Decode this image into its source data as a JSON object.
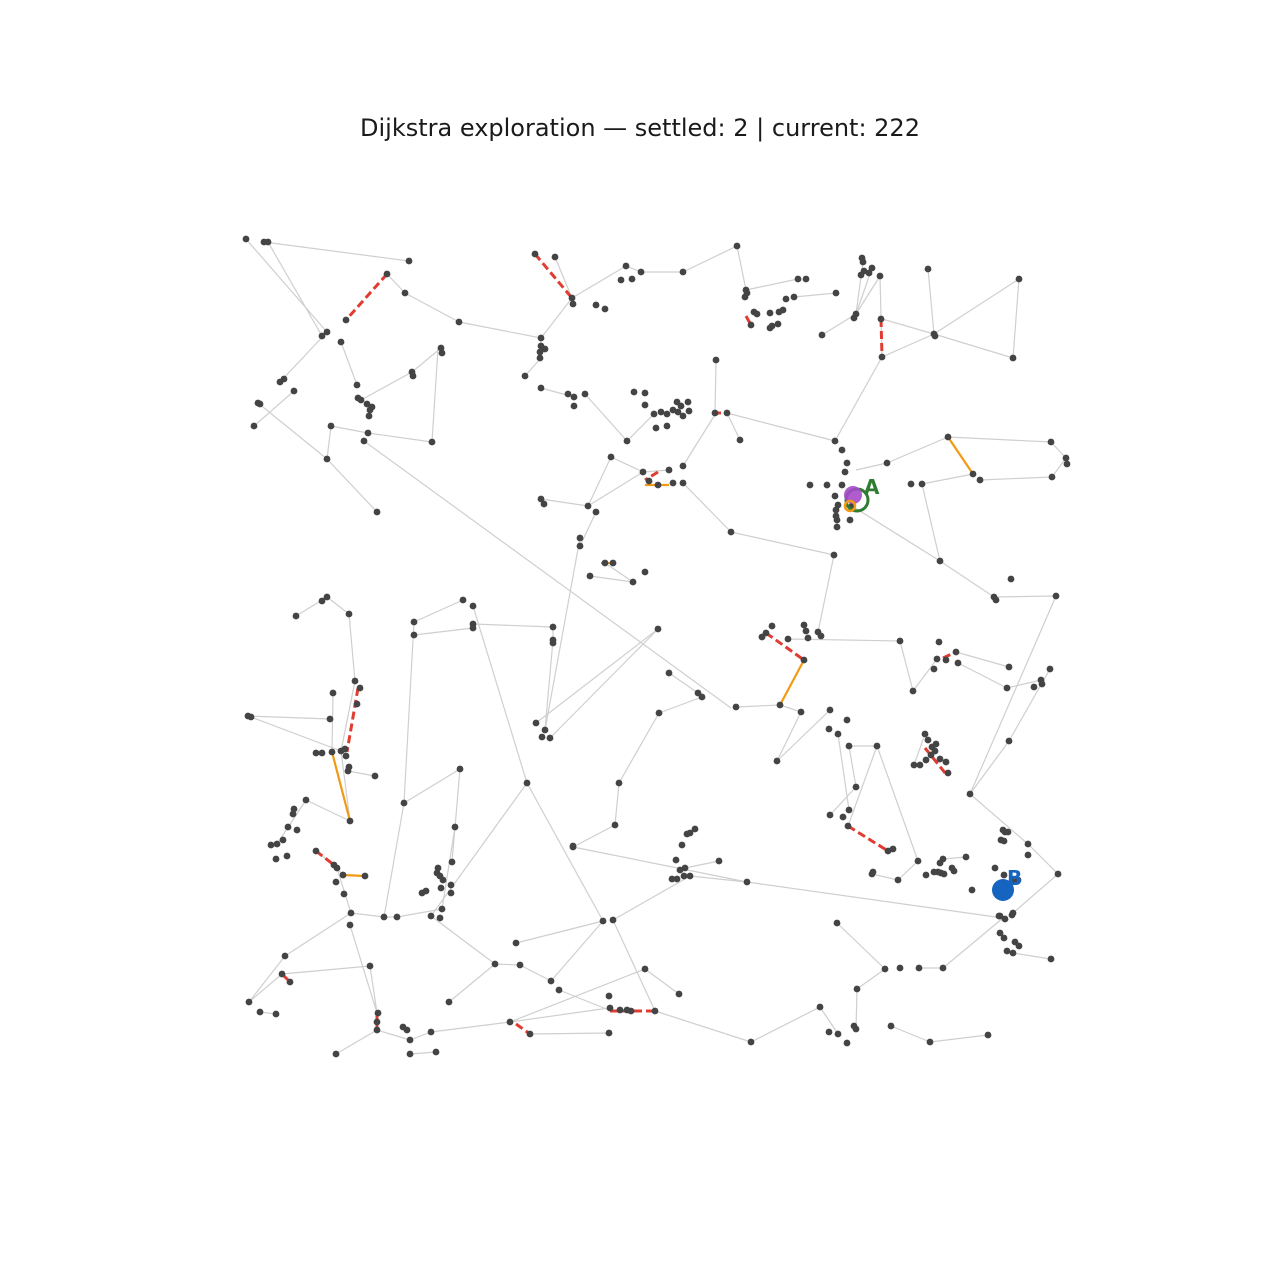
{
  "title": "Dijkstra exploration — settled: 2 | current: 222",
  "colors": {
    "background": "#ffffff",
    "edge": "#cfcfcf",
    "node": "#444444",
    "frontier_edge": "#e03c31",
    "settled_edge": "#f29a12",
    "current_node": "#a64ac9",
    "start_node": "#2e7d32",
    "goal_node": "#1565c0",
    "settled_node": "#f29a12"
  },
  "markers": {
    "start_label": "A",
    "goal_label": "B"
  }
}
